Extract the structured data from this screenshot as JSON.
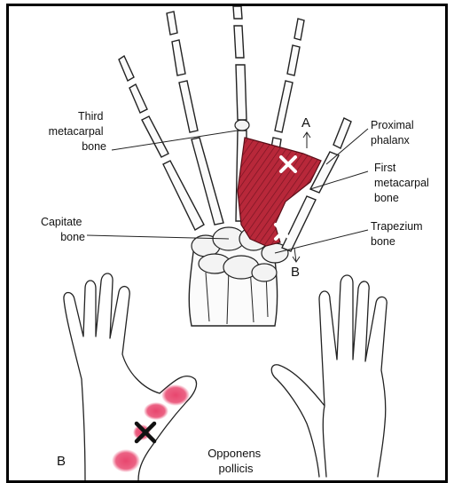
{
  "labels": {
    "third_metacarpal": [
      "Third",
      "metacarpal",
      "bone"
    ],
    "capitate": [
      "Capitate",
      "bone"
    ],
    "proximal_phalanx": [
      "Proximal",
      "phalanx"
    ],
    "first_metacarpal": [
      "First",
      "metacarpal",
      "bone"
    ],
    "trapezium": [
      "Trapezium",
      "bone"
    ],
    "arrow_a": "A",
    "arrow_b": "B",
    "panel_b": "B",
    "muscle": [
      "Opponens",
      "pollicis"
    ]
  },
  "colors": {
    "muscle": "#b8283a",
    "referred_pain": "#e8466e",
    "trigger_point_mark": "#ffffff",
    "pain_mark": "#111111"
  }
}
